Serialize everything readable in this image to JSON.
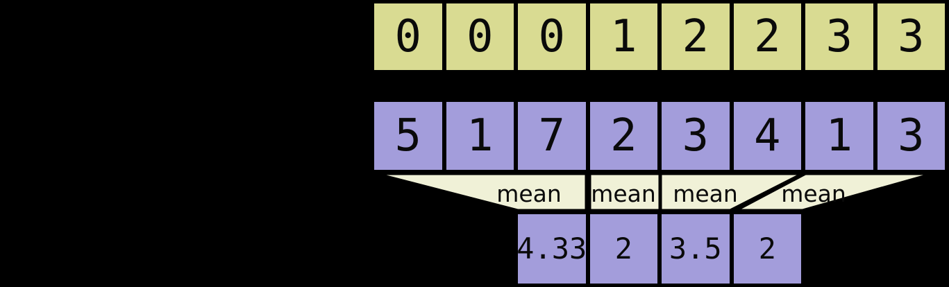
{
  "diagram": {
    "kind": "groupby-mean-aggregation",
    "colors": {
      "background": "#000000",
      "group_cell": "#d9db92",
      "value_cell": "#a39ddb",
      "funnel": "#f0f1d7",
      "border": "#000000",
      "text": "#0a0a0a"
    },
    "group_row": {
      "values": [
        "0",
        "0",
        "0",
        "1",
        "2",
        "2",
        "3",
        "3"
      ]
    },
    "value_row": {
      "values": [
        "5",
        "1",
        "7",
        "2",
        "3",
        "4",
        "1",
        "3"
      ]
    },
    "operations": {
      "labels": [
        "mean",
        "mean",
        "mean",
        "mean"
      ]
    },
    "result_row": {
      "values": [
        "4.33",
        "2",
        "3.5",
        "2"
      ]
    }
  }
}
